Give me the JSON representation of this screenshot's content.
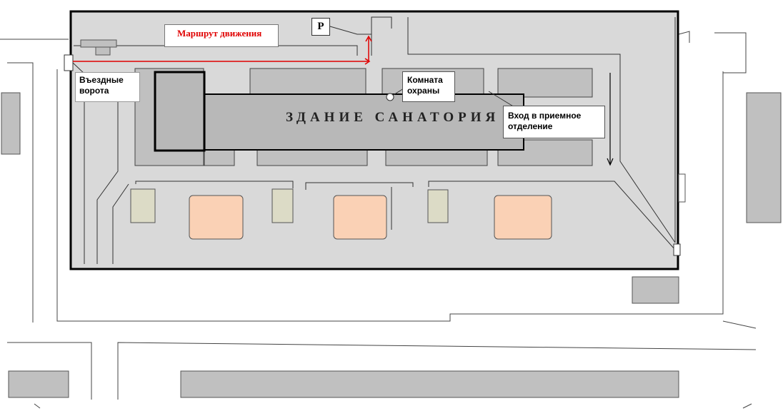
{
  "labels": {
    "route": "Маршрут движения",
    "parking": "Р",
    "gate": "Въездные ворота",
    "guard_room": "Комната охраны",
    "reception_entry": "Вход в  приемное отделение",
    "building": "ЗДАНИЕ  САНАТОРИЯ"
  },
  "colors": {
    "ground": "#d9d9d9",
    "block": "#c0c0c0",
    "building": "#b8b8b8",
    "outline": "#000000",
    "route": "#e00000",
    "pavilion": "#fad1b5",
    "shed": "#dcdbc6"
  }
}
